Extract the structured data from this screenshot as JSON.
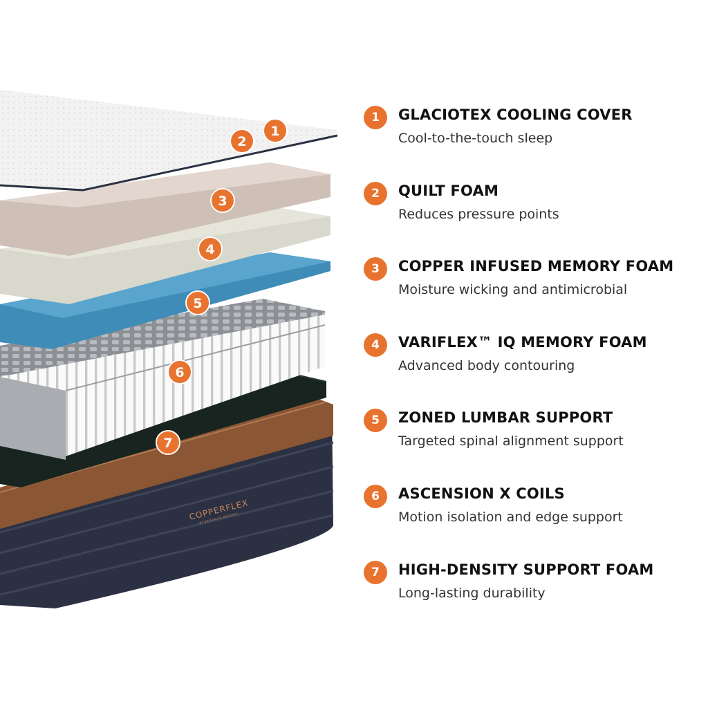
{
  "accent_color": "#e8732f",
  "brand": {
    "logo_text": "COPPERFLEX",
    "logo_subtext": "BY BROOKLYN BEDDING"
  },
  "layers": [
    {
      "number": "1",
      "title": "GLACIOTEX COOLING COVER",
      "description": "Cool-to-the-touch sleep"
    },
    {
      "number": "2",
      "title": "QUILT FOAM",
      "description": "Reduces pressure points"
    },
    {
      "number": "3",
      "title": "COPPER INFUSED MEMORY FOAM",
      "description": "Moisture wicking and antimicrobial"
    },
    {
      "number": "4",
      "title": "VARIFLEX™ IQ MEMORY FOAM",
      "description": "Advanced body contouring"
    },
    {
      "number": "5",
      "title": "ZONED LUMBAR SUPPORT",
      "description": "Targeted spinal alignment support"
    },
    {
      "number": "6",
      "title": "ASCENSION X COILS",
      "description": "Motion isolation and edge support"
    },
    {
      "number": "7",
      "title": "HIGH-DENSITY SUPPORT FOAM",
      "description": "Long-lasting durability"
    }
  ]
}
